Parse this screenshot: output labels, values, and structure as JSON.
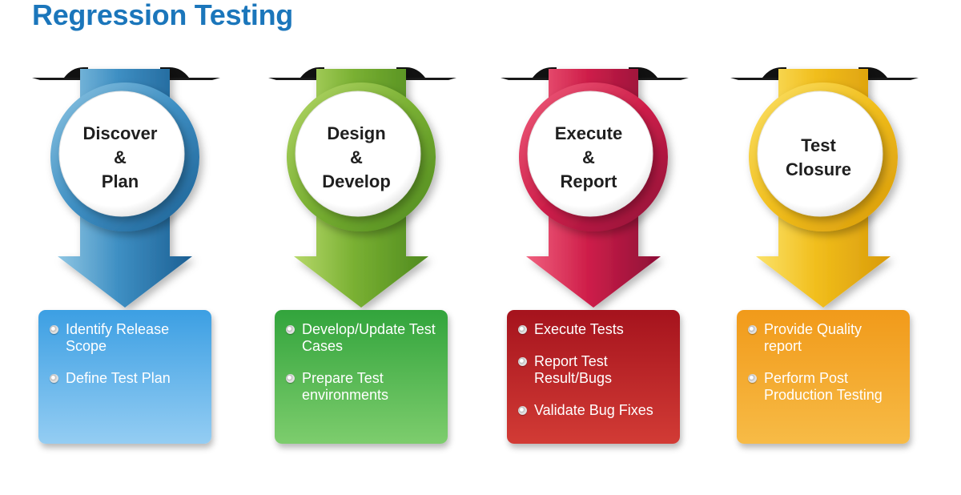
{
  "title": "Regression Testing",
  "stages": [
    {
      "label_lines": [
        "Discover",
        "&",
        "Plan"
      ],
      "items": [
        "Identify Release Scope",
        "Define Test Plan"
      ],
      "colors": {
        "dark": "#1c5f93",
        "mid": "#3e8fc3",
        "light": "#8fc6e3",
        "card_top": "#3c9fe3",
        "card_bottom": "#94cdf3"
      }
    },
    {
      "label_lines": [
        "Design",
        "&",
        "Develop"
      ],
      "items": [
        "Develop/Update Test Cases",
        "Prepare Test environments"
      ],
      "colors": {
        "dark": "#4f8a1f",
        "mid": "#79b032",
        "light": "#b6d86a",
        "card_top": "#32a43c",
        "card_bottom": "#7dcd6d"
      }
    },
    {
      "label_lines": [
        "Execute",
        "&",
        "Report"
      ],
      "items": [
        "Execute Tests",
        "Report Test Result/Bugs",
        "Validate Bug Fixes"
      ],
      "colors": {
        "dark": "#8c0f36",
        "mid": "#cf1f4a",
        "light": "#f0607e",
        "card_top": "#a5131d",
        "card_bottom": "#d23b35"
      }
    },
    {
      "label_lines": [
        "Test",
        "Closure"
      ],
      "items": [
        "Provide Quality report",
        "Perform Post Production Testing"
      ],
      "colors": {
        "dark": "#d89a0a",
        "mid": "#f1be1c",
        "light": "#fbe26a",
        "card_top": "#f19a1a",
        "card_bottom": "#f7bb46"
      }
    }
  ]
}
